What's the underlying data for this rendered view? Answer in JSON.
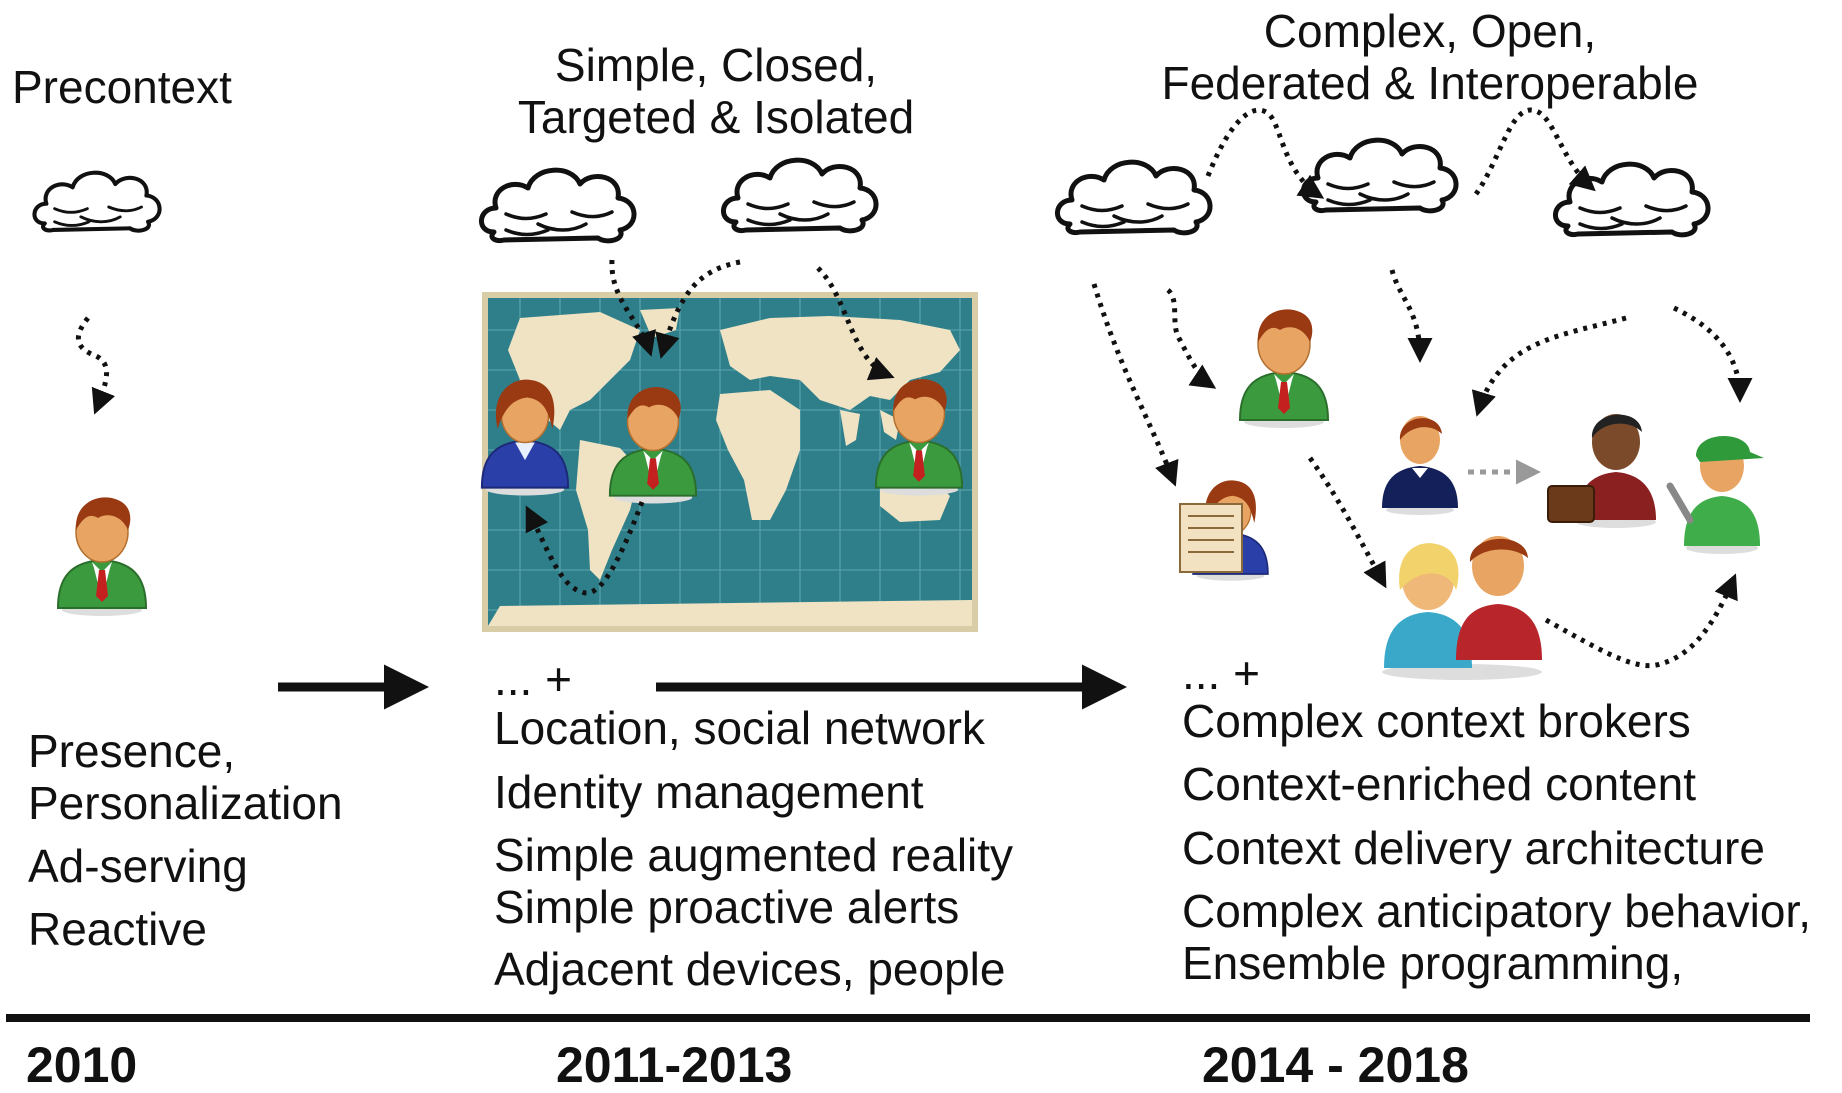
{
  "eras": [
    {
      "header": [
        "Precontext"
      ],
      "items": [
        "Presence,",
        "Personalization",
        "Ad-serving",
        "Reactive"
      ],
      "year": "2010"
    },
    {
      "header": [
        "Simple, Closed,",
        "Targeted & Isolated"
      ],
      "lead": "... +",
      "items": [
        "Location, social network",
        "Identity management",
        "Simple augmented reality",
        "Simple proactive alerts",
        "Adjacent devices, people"
      ],
      "year": "2011-2013"
    },
    {
      "header": [
        "Complex, Open,",
        "Federated & Interoperable"
      ],
      "lead": "... +",
      "items": [
        "Complex context brokers",
        "Context-enriched content",
        "Context delivery architecture",
        "Complex anticipatory behavior,",
        "Ensemble programming,"
      ],
      "year": "2014 - 2018"
    }
  ],
  "colors": {
    "text": "#111111",
    "ocean": "#2f7f8a",
    "land": "#efe3c4",
    "map_border": "#d9cda8",
    "person_green": "#3c9a3e",
    "person_blue": "#2b3fa8",
    "skin": "#e8a463",
    "hair": "#9a3a12"
  },
  "icons": [
    "cloud-icon",
    "person-icon",
    "world-map-icon",
    "arrow-icon",
    "newspaper-reader-icon",
    "waiter-icon",
    "businessman-icon",
    "mechanic-icon",
    "couple-icon"
  ]
}
